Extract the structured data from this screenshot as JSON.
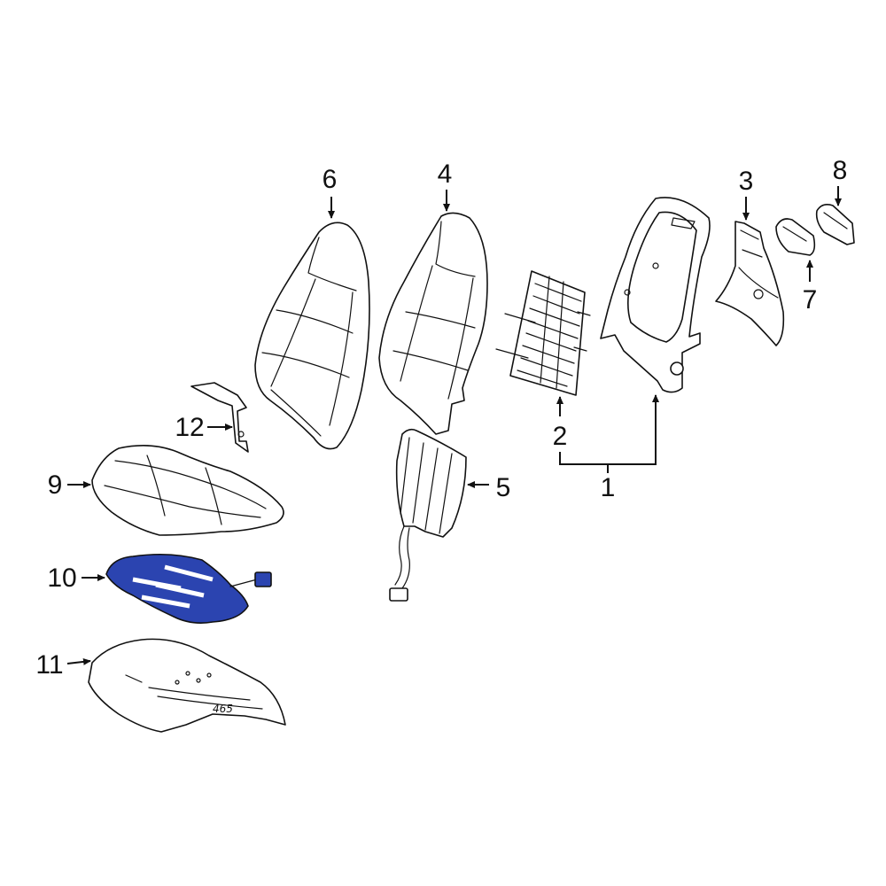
{
  "colors": {
    "line": "#111111",
    "background": "#ffffff",
    "highlight": "#2b44b0"
  },
  "callouts": [
    {
      "id": "1",
      "label": "1"
    },
    {
      "id": "2",
      "label": "2"
    },
    {
      "id": "3",
      "label": "3"
    },
    {
      "id": "4",
      "label": "4"
    },
    {
      "id": "5",
      "label": "5"
    },
    {
      "id": "6",
      "label": "6"
    },
    {
      "id": "7",
      "label": "7"
    },
    {
      "id": "8",
      "label": "8"
    },
    {
      "id": "9",
      "label": "9"
    },
    {
      "id": "10",
      "label": "10",
      "highlighted": true
    },
    {
      "id": "11",
      "label": "11"
    },
    {
      "id": "12",
      "label": "12"
    }
  ],
  "part_stamp": "465"
}
